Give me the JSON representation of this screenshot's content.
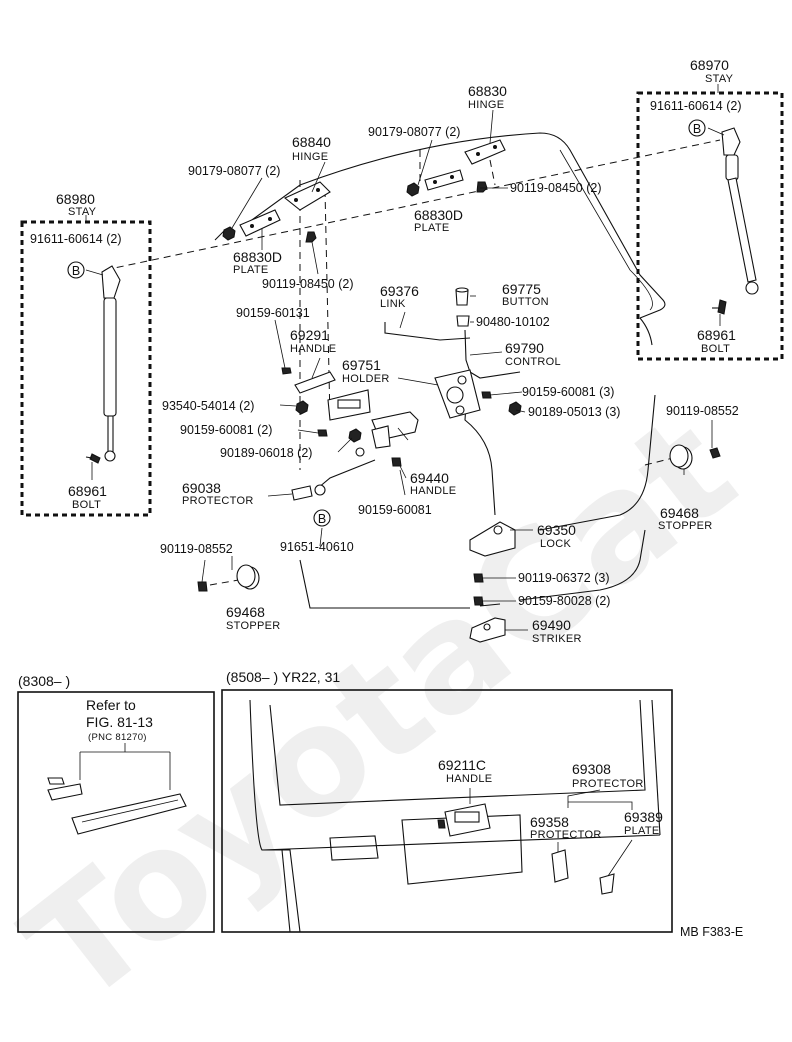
{
  "parts": [
    {
      "id": "stay_r",
      "number": "68970",
      "name": "STAY"
    },
    {
      "id": "bolt_r_top",
      "number": "91611-60614 (2)"
    },
    {
      "id": "hinge_r",
      "number": "68830",
      "name": "HINGE"
    },
    {
      "id": "nut_r",
      "number": "90179-08077 (2)"
    },
    {
      "id": "bolt_hinge_r",
      "number": "90119-08450 (2)"
    },
    {
      "id": "plate_r",
      "number": "68830D",
      "name": "PLATE"
    },
    {
      "id": "hinge_l",
      "number": "68840",
      "name": "HINGE"
    },
    {
      "id": "nut_l",
      "number": "90179-08077 (2)"
    },
    {
      "id": "stay_l",
      "number": "68980",
      "name": "STAY"
    },
    {
      "id": "bolt_l_top",
      "number": "91611-60614 (2)"
    },
    {
      "id": "plate_l",
      "number": "68830D",
      "name": "PLATE"
    },
    {
      "id": "bolt_hinge_l",
      "number": "90119-08450 (2)"
    },
    {
      "id": "link",
      "number": "69376",
      "name": "LINK"
    },
    {
      "id": "button",
      "number": "69775",
      "name": "BUTTON"
    },
    {
      "id": "clip_button",
      "number": "90480-10102"
    },
    {
      "id": "control",
      "number": "69790",
      "name": "CONTROL"
    },
    {
      "id": "screw_handle",
      "number": "90159-60131"
    },
    {
      "id": "handle",
      "number": "69291",
      "name": "HANDLE"
    },
    {
      "id": "holder",
      "number": "69751",
      "name": "HOLDER"
    },
    {
      "id": "screw_control",
      "number": "90159-60081 (3)"
    },
    {
      "id": "nut_control",
      "number": "90189-05013 (3)"
    },
    {
      "id": "nut_holder",
      "number": "93540-54014 (2)"
    },
    {
      "id": "bolt_r_bottom",
      "number": "90119-08552"
    },
    {
      "id": "screw_handle2",
      "number": "90159-60081 (2)"
    },
    {
      "id": "nut_handle2",
      "number": "90189-06018 (2)"
    },
    {
      "id": "bolt_l_stay",
      "number": "68961",
      "name": "BOLT"
    },
    {
      "id": "bolt_r_stay",
      "number": "68961",
      "name": "BOLT"
    },
    {
      "id": "handle2",
      "number": "69440",
      "name": "HANDLE"
    },
    {
      "id": "stopper_r",
      "number": "69468",
      "name": "STOPPER"
    },
    {
      "id": "protector",
      "number": "69038",
      "name": "PROTECTOR"
    },
    {
      "id": "screw_handle3",
      "number": "90159-60081"
    },
    {
      "id": "lock",
      "number": "69350",
      "name": "LOCK"
    },
    {
      "id": "bolt_l_bottom",
      "number": "90119-08552"
    },
    {
      "id": "bolt_protector",
      "number": "91651-40610"
    },
    {
      "id": "bolt_lock",
      "number": "90119-06372 (3)"
    },
    {
      "id": "screw_striker",
      "number": "90159-80028 (2)"
    },
    {
      "id": "stopper_l",
      "number": "69468",
      "name": "STOPPER"
    },
    {
      "id": "striker",
      "number": "69490",
      "name": "STRIKER"
    }
  ],
  "badge_letter": "B",
  "inset_left": {
    "period": "(8308–          )",
    "refer_line1": "Refer to",
    "refer_line2": "FIG. 81-13",
    "pnc": "(PNC 81270)"
  },
  "inset_right": {
    "period": "(8508–          ) YR22, 31",
    "parts": [
      {
        "number": "69211C",
        "name": "HANDLE"
      },
      {
        "number": "69308",
        "name": "PROTECTOR"
      },
      {
        "number": "69358",
        "name": "PROTECTOR"
      },
      {
        "number": "69389",
        "name": "PLATE"
      }
    ]
  },
  "footer_code": "MB   F383-E",
  "watermark": "ToyotaCat"
}
